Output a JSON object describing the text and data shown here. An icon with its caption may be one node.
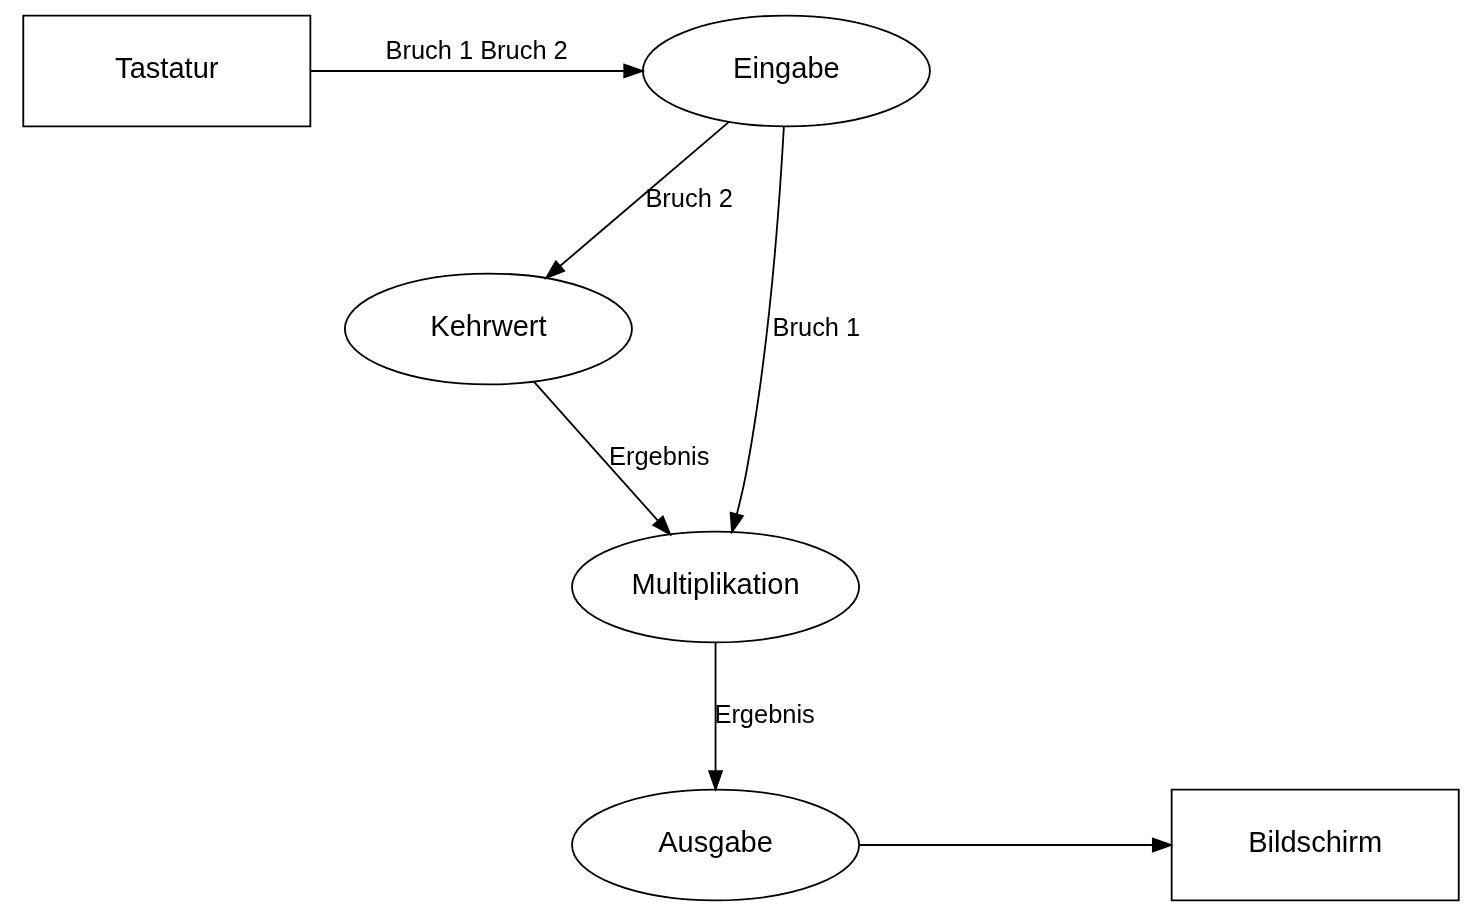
{
  "diagram": {
    "nodes": [
      {
        "text": [
          "Tastatur"
        ]
      },
      {
        "text": [
          "Eingabe"
        ]
      },
      {
        "text": [
          "Kehrwert"
        ]
      },
      {
        "text": [
          "Multiplikation"
        ]
      },
      {
        "text": [
          "Ausgabe"
        ]
      },
      {
        "text": [
          "Bildschirm"
        ]
      }
    ],
    "edges": [
      {
        "from": 0,
        "to": 1,
        "arrow": "to",
        "label": "Bruch 1 Bruch 2"
      },
      {
        "from": 1,
        "to": 2,
        "arrow": "to",
        "label": "Bruch 2"
      },
      {
        "from": 1,
        "to": 3,
        "arrow": "to",
        "label": "Bruch 1"
      },
      {
        "from": 2,
        "to": 3,
        "arrow": "to",
        "label": "Ergebnis"
      },
      {
        "from": 3,
        "to": 4,
        "arrow": "to",
        "label": "Ergebnis"
      },
      {
        "from": 4,
        "to": 5,
        "arrow": "to"
      }
    ]
  }
}
